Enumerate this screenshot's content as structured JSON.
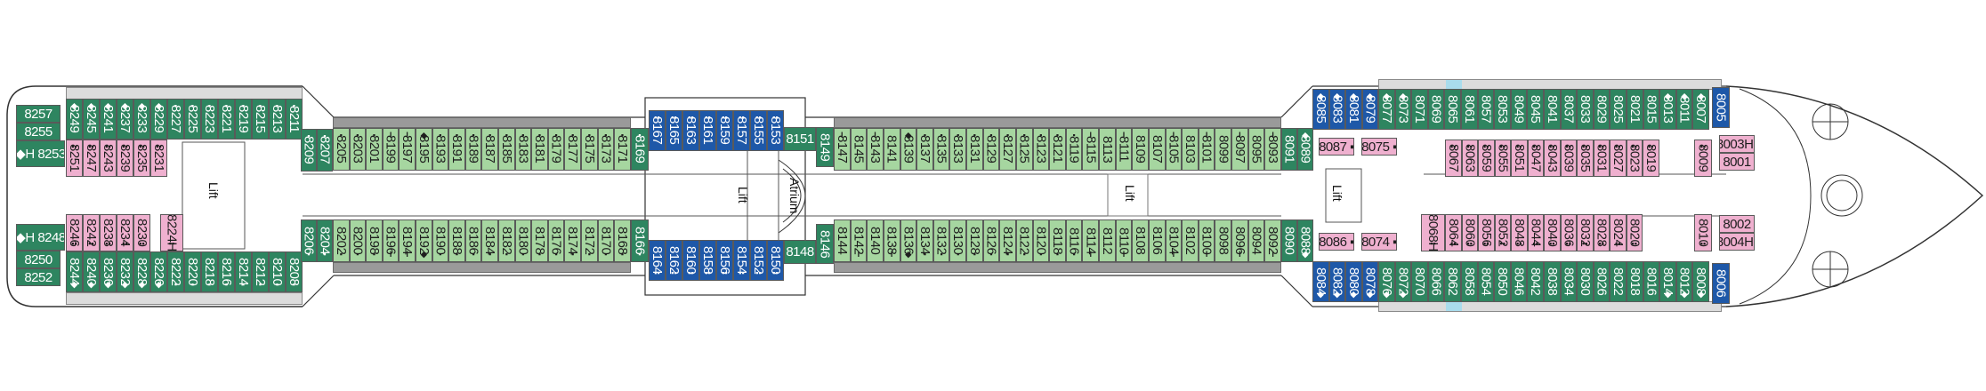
{
  "deck_plan": {
    "colors": {
      "dark_green": "#2e8560",
      "light_green": "#a6d6a0",
      "pink": "#efb0cf",
      "blue": "#1e58a8",
      "corridor_grey": "#9a9a9a"
    },
    "labels": {
      "lift_aft": "Lift",
      "lift_mid": "Lift",
      "atrium": "Atrium",
      "lift_fwd_small": "Lift",
      "lift_fwd": "Lift"
    },
    "icon_legend": {
      "diamond": "◆",
      "bed": "▪",
      "bunk": "I",
      "twin": "▪▪",
      "accessible": "H"
    },
    "aft_stern": {
      "port": [
        "8257",
        "8255",
        "◆H 8253"
      ],
      "starboard": [
        "◆H 8248",
        "8250",
        "8252"
      ]
    },
    "aft_top_row": [
      "8249",
      "8245",
      "8241",
      "8237",
      "8233",
      "8229",
      "8227",
      "8225",
      "8223",
      "8221",
      "8219",
      "8215",
      "8213",
      "8211"
    ],
    "aft_top_inner": [
      "8251",
      "8247",
      "8243",
      "8239",
      "8235",
      "8231"
    ],
    "aft_bottom_inner": [
      "8246",
      "8242",
      "8238",
      "8234",
      "8230",
      "8224H"
    ],
    "aft_bottom_row": [
      "8244",
      "8240",
      "8236",
      "8232",
      "8228",
      "8226",
      "8222",
      "8220",
      "8218",
      "8216",
      "8214",
      "8212",
      "8210",
      "8208"
    ],
    "mid_aft_top": [
      "8209",
      "8207"
    ],
    "mid_aft_bottom": [
      "8206",
      "8204"
    ],
    "seg1_top": [
      "8205",
      "8203",
      "8201",
      "8199",
      "8197",
      "8195",
      "8193",
      "8191",
      "8189",
      "8187",
      "8185",
      "8183",
      "8181",
      "8179",
      "8177",
      "8175",
      "8173",
      "8171"
    ],
    "seg1_bottom": [
      "8202",
      "8200",
      "8198",
      "8196",
      "8194",
      "8192",
      "8190",
      "8188",
      "8186",
      "8184",
      "8182",
      "8180",
      "8178",
      "8176",
      "8174",
      "8172",
      "8170",
      "8168"
    ],
    "seg1_end_top": "8169",
    "seg1_end_bottom": "8166",
    "atrium_top_blue": [
      "8167",
      "8165",
      "8163",
      "8161",
      "8159",
      "8157",
      "8155",
      "8153"
    ],
    "atrium_bottom_blue": [
      "8164",
      "8162",
      "8160",
      "8158",
      "8156",
      "8154",
      "8152",
      "8150"
    ],
    "atrium_top_green": "8151",
    "atrium_bottom_green": "8148",
    "seg2_start_top": "8149",
    "seg2_start_bottom": "8146",
    "seg2_top": [
      "8147",
      "8145",
      "8143",
      "8141",
      "8139",
      "8137",
      "8135",
      "8133",
      "8131",
      "8129",
      "8127",
      "8125",
      "8123",
      "8121",
      "8119",
      "8115",
      "8113",
      "8111",
      "8109",
      "8107",
      "8105",
      "8103",
      "8101",
      "8099",
      "8097",
      "8095",
      "8093"
    ],
    "seg2_bottom": [
      "8144",
      "8142",
      "8140",
      "8138",
      "8136",
      "8134",
      "8132",
      "8130",
      "8128",
      "8126",
      "8124",
      "8122",
      "8120",
      "8118",
      "8116",
      "8114",
      "8112",
      "8110",
      "8108",
      "8106",
      "8104",
      "8102",
      "8100",
      "8098",
      "8096",
      "8094",
      "8092"
    ],
    "seg2_end_top": [
      "8091",
      "8089"
    ],
    "seg2_end_bottom": [
      "8090",
      "8088"
    ],
    "fwd_blue_top": [
      "8085",
      "8083",
      "8081",
      "8079"
    ],
    "fwd_blue_bottom": [
      "8084",
      "8082",
      "8080",
      "8078"
    ],
    "fwd_green_top": [
      "8077",
      "8073",
      "8071",
      "8069",
      "8065",
      "8061",
      "8057",
      "8053",
      "8049",
      "8045",
      "8041",
      "8037",
      "8033",
      "8029",
      "8025",
      "8021",
      "8015",
      "8013",
      "8011",
      "8007"
    ],
    "fwd_green_bottom": [
      "8076",
      "8072",
      "8070",
      "8066",
      "8062",
      "8058",
      "8054",
      "8050",
      "8046",
      "8042",
      "8038",
      "8034",
      "8030",
      "8026",
      "8022",
      "8018",
      "8016",
      "8014",
      "8012",
      "8008"
    ],
    "fwd_pink_top_small": [
      "8087",
      "8075"
    ],
    "fwd_pink_bottom_small": [
      "8086",
      "8074"
    ],
    "fwd_pink_top": [
      "8067",
      "8063",
      "8059",
      "8055",
      "8051",
      "8047",
      "8043",
      "8039",
      "8035",
      "8031",
      "8027",
      "8023",
      "8019"
    ],
    "fwd_pink_bottom": [
      "8068H",
      "8064",
      "8060",
      "8056",
      "8052",
      "8048",
      "8044",
      "8040",
      "8036",
      "8032",
      "8028",
      "8024",
      "8020"
    ],
    "bow_pink_top": [
      "8009"
    ],
    "bow_pink_bottom": [
      "8010"
    ],
    "bow_suites_top": [
      "8003H",
      "8001"
    ],
    "bow_suites_bottom": [
      "8002",
      "8004H"
    ],
    "bow_blue_top": "8005",
    "bow_blue_bottom": "8006"
  }
}
